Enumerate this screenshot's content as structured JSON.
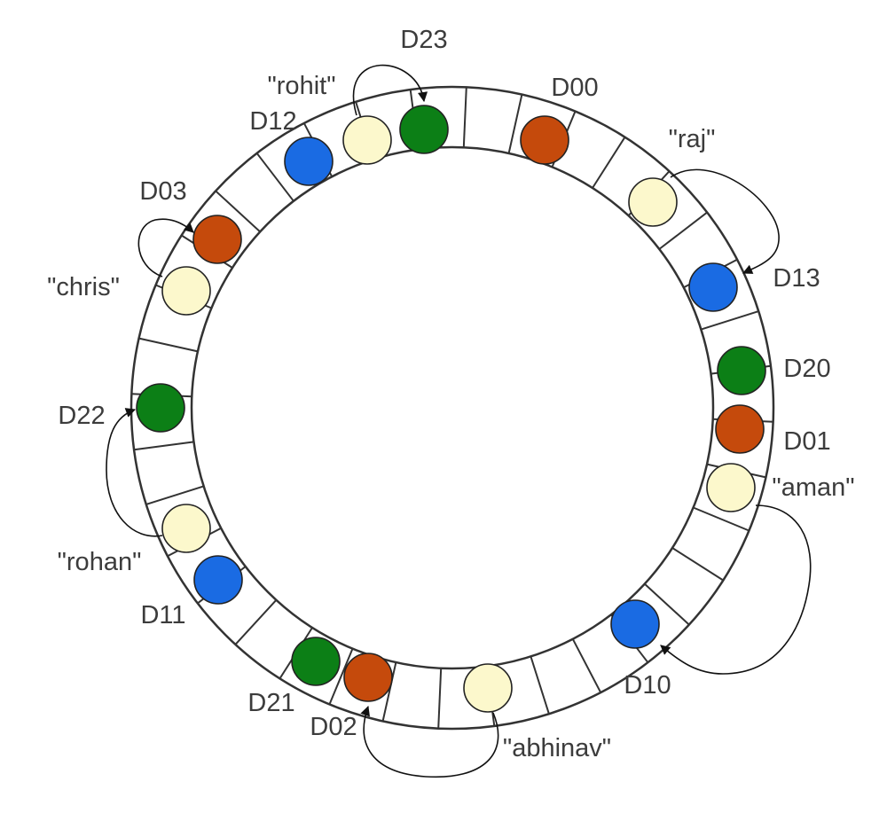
{
  "colors": {
    "ring_stroke": "#333333",
    "key_node": "#fcf8cc",
    "node_red": "#c54a0c",
    "node_green": "#0c7f16",
    "node_blue": "#1a6be3",
    "node_stroke": "#222222",
    "arrow": "#111111"
  },
  "ring": {
    "slot_count": 36
  },
  "nodes": [
    {
      "id": "D23",
      "label": "D23",
      "kind": "green"
    },
    {
      "id": "rohit",
      "label": "\"rohit\"",
      "kind": "key"
    },
    {
      "id": "D12",
      "label": "D12",
      "kind": "blue"
    },
    {
      "id": "D00",
      "label": "D00",
      "kind": "red"
    },
    {
      "id": "raj",
      "label": "\"raj\"",
      "kind": "key"
    },
    {
      "id": "D13",
      "label": "D13",
      "kind": "blue"
    },
    {
      "id": "D20",
      "label": "D20",
      "kind": "green"
    },
    {
      "id": "D01",
      "label": "D01",
      "kind": "red"
    },
    {
      "id": "aman",
      "label": "\"aman\"",
      "kind": "key"
    },
    {
      "id": "D10",
      "label": "D10",
      "kind": "blue"
    },
    {
      "id": "abhinav",
      "label": "\"abhinav\"",
      "kind": "key"
    },
    {
      "id": "D02",
      "label": "D02",
      "kind": "red"
    },
    {
      "id": "D21",
      "label": "D21",
      "kind": "green"
    },
    {
      "id": "D11",
      "label": "D11",
      "kind": "blue"
    },
    {
      "id": "rohan",
      "label": "\"rohan\"",
      "kind": "key"
    },
    {
      "id": "D22",
      "label": "D22",
      "kind": "green"
    },
    {
      "id": "chris",
      "label": "\"chris\"",
      "kind": "key"
    },
    {
      "id": "D03",
      "label": "D03",
      "kind": "red"
    }
  ],
  "mappings": [
    {
      "from": "rohit",
      "to": "D23"
    },
    {
      "from": "raj",
      "to": "D13"
    },
    {
      "from": "aman",
      "to": "D10"
    },
    {
      "from": "abhinav",
      "to": "D02"
    },
    {
      "from": "rohan",
      "to": "D22"
    },
    {
      "from": "chris",
      "to": "D03"
    }
  ]
}
